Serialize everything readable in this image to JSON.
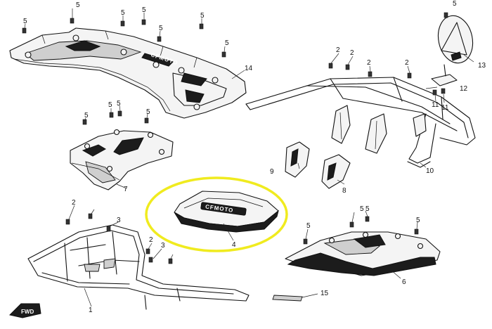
{
  "diagram": {
    "brand_text": "CFMOTO",
    "direction_text": "FWD",
    "labels": {
      "p1": "1",
      "p2a": "2",
      "p2b": "2",
      "p2c": "2",
      "p2d": "2",
      "p2e": "2",
      "p2f": "2",
      "p3a": "3",
      "p3b": "3",
      "p4": "4",
      "p5a": "5",
      "p5b": "5",
      "p5c": "5",
      "p5d": "5",
      "p5e": "5",
      "p5f": "5",
      "p5g": "5",
      "p5h": "5",
      "p5i": "5",
      "p5j": "5",
      "p5k": "5",
      "p5l": "5",
      "p5m": "5",
      "p5n": "5",
      "p6": "6",
      "p7": "7",
      "p8": "8",
      "p9": "9",
      "p10": "10",
      "p11a": "11",
      "p11b": "11",
      "p12": "12",
      "p13": "13",
      "p14": "14",
      "p15": "15"
    },
    "highlight_color": "#f0eb1f"
  }
}
